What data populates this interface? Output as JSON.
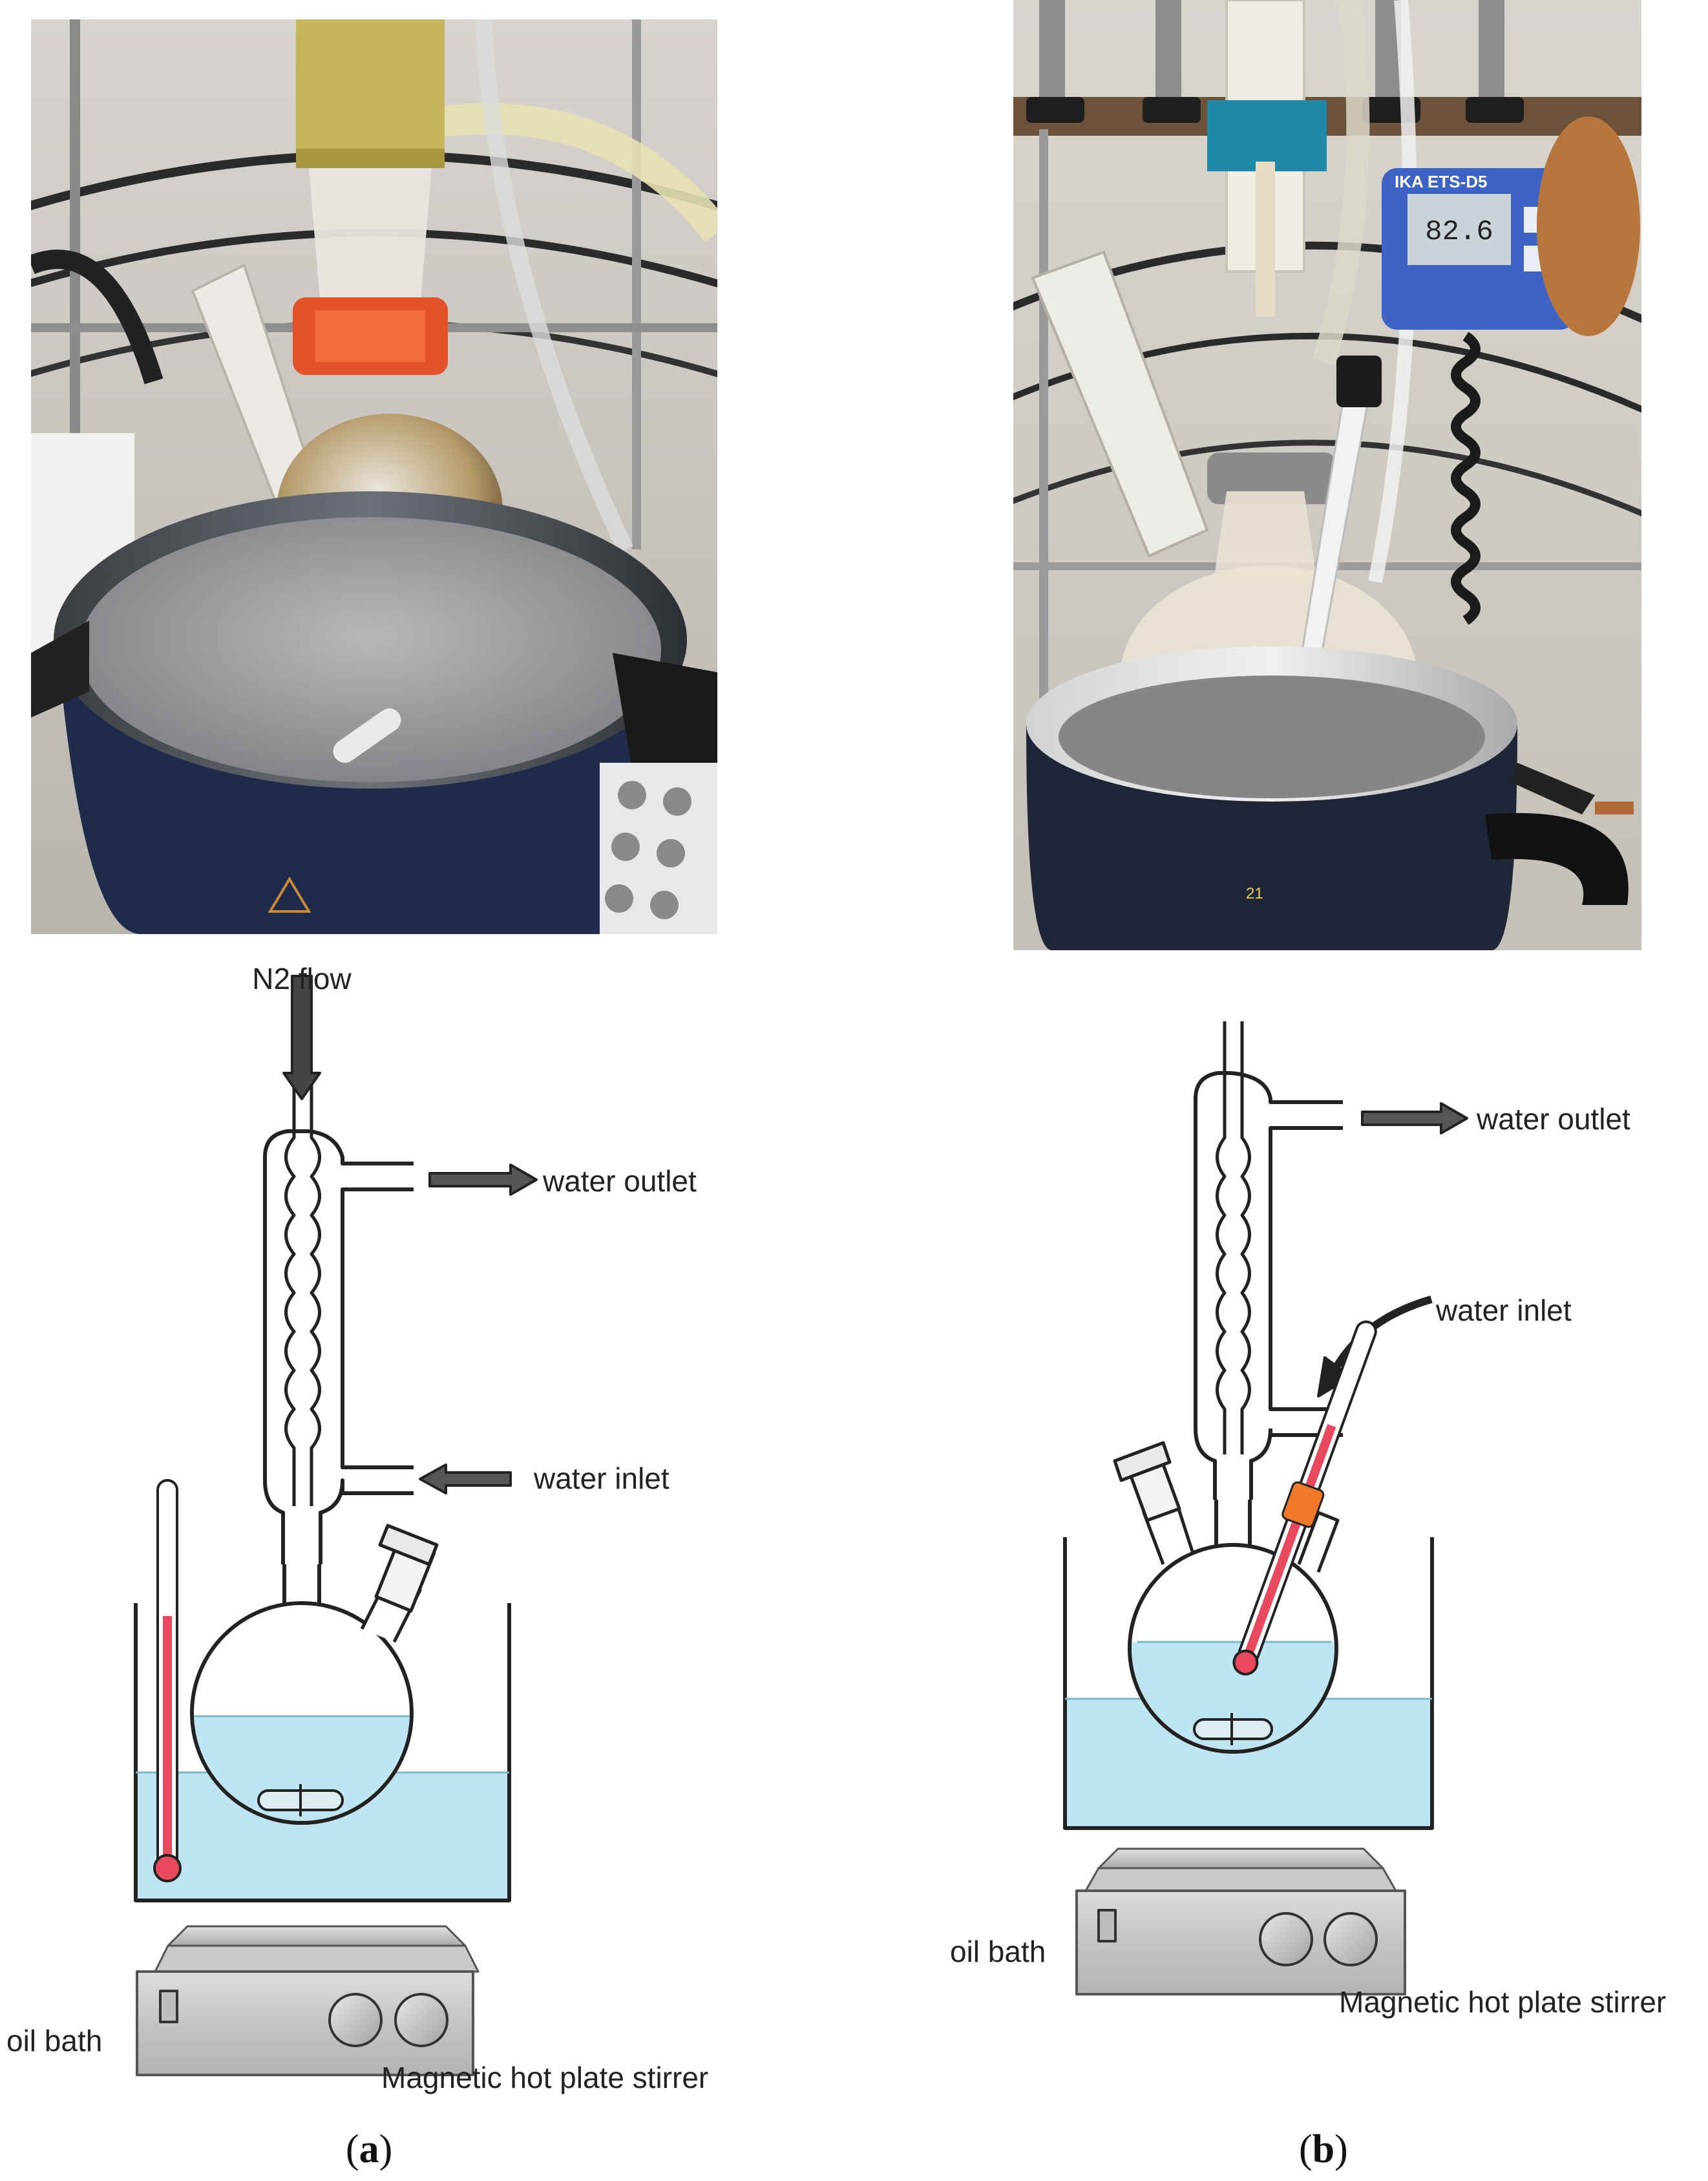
{
  "photo_a": {
    "mantle_mark": ""
  },
  "photo_b": {
    "device_label": "IKA ETS-D5",
    "display_value": "82.6",
    "mantle_number": "21"
  },
  "diagram_a": {
    "n2_flow": "N2 flow",
    "water_outlet": "water outlet",
    "water_inlet": "water inlet",
    "oil_bath": "oil bath",
    "stirrer": "Magnetic hot plate stirrer",
    "caption": "a"
  },
  "diagram_b": {
    "water_outlet": "water outlet",
    "water_inlet": "water inlet",
    "oil_bath": "oil bath",
    "stirrer": "Magnetic hot plate stirrer",
    "caption": "b"
  },
  "colors": {
    "liquid": "#bfe4f2",
    "thermo_red": "#e8495c",
    "clip_orange": "#f07a2a",
    "teal_solution": "#3fd6c0"
  }
}
